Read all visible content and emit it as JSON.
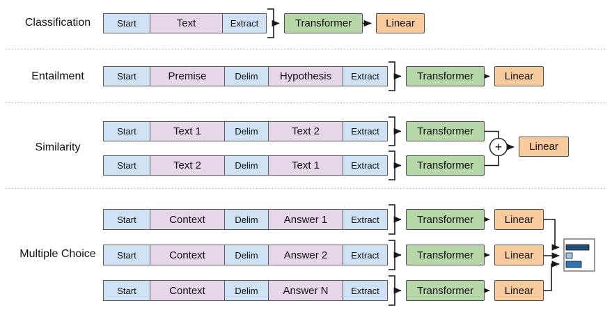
{
  "colors": {
    "token_cell": "#cfe2f3",
    "content_cell": "#e5d7e8",
    "transformer_box": "#b6d7a8",
    "linear_box": "#f8cb9d",
    "box_border": "#4d4d4d",
    "connector": "#1a1a1a",
    "separator": "#b0b0b0"
  },
  "sections": [
    {
      "label": "Classification",
      "rows": [
        {
          "cells": [
            {
              "label": "Start"
            },
            {
              "label": "Text"
            },
            {
              "label": "Extract"
            }
          ],
          "transformer": "Transformer",
          "linear": "Linear"
        }
      ]
    },
    {
      "label": "Entailment",
      "rows": [
        {
          "cells": [
            {
              "label": "Start"
            },
            {
              "label": "Premise"
            },
            {
              "label": "Delim"
            },
            {
              "label": "Hypothesis"
            },
            {
              "label": "Extract"
            }
          ],
          "transformer": "Transformer",
          "linear": "Linear"
        }
      ]
    },
    {
      "label": "Similarity",
      "rows": [
        {
          "cells": [
            {
              "label": "Start"
            },
            {
              "label": "Text 1"
            },
            {
              "label": "Delim"
            },
            {
              "label": "Text 2"
            },
            {
              "label": "Extract"
            }
          ],
          "transformer": "Transformer"
        },
        {
          "cells": [
            {
              "label": "Start"
            },
            {
              "label": "Text 2"
            },
            {
              "label": "Delim"
            },
            {
              "label": "Text 1"
            },
            {
              "label": "Extract"
            }
          ],
          "transformer": "Transformer"
        }
      ],
      "sum_symbol": "+",
      "linear": "Linear"
    },
    {
      "label": "Multiple Choice",
      "rows": [
        {
          "cells": [
            {
              "label": "Start"
            },
            {
              "label": "Context"
            },
            {
              "label": "Delim"
            },
            {
              "label": "Answer 1"
            },
            {
              "label": "Extract"
            }
          ],
          "transformer": "Transformer",
          "linear": "Linear"
        },
        {
          "cells": [
            {
              "label": "Start"
            },
            {
              "label": "Context"
            },
            {
              "label": "Delim"
            },
            {
              "label": "Answer 2"
            },
            {
              "label": "Extract"
            }
          ],
          "transformer": "Transformer",
          "linear": "Linear"
        },
        {
          "cells": [
            {
              "label": "Start"
            },
            {
              "label": "Context"
            },
            {
              "label": "Delim"
            },
            {
              "label": "Answer N"
            },
            {
              "label": "Extract"
            }
          ],
          "transformer": "Transformer",
          "linear": "Linear"
        }
      ],
      "output_bars": {
        "widths": [
          33,
          9,
          22
        ],
        "fills": [
          "#1f4e79",
          "#9dc3e6",
          "#2e75b6"
        ]
      }
    }
  ]
}
